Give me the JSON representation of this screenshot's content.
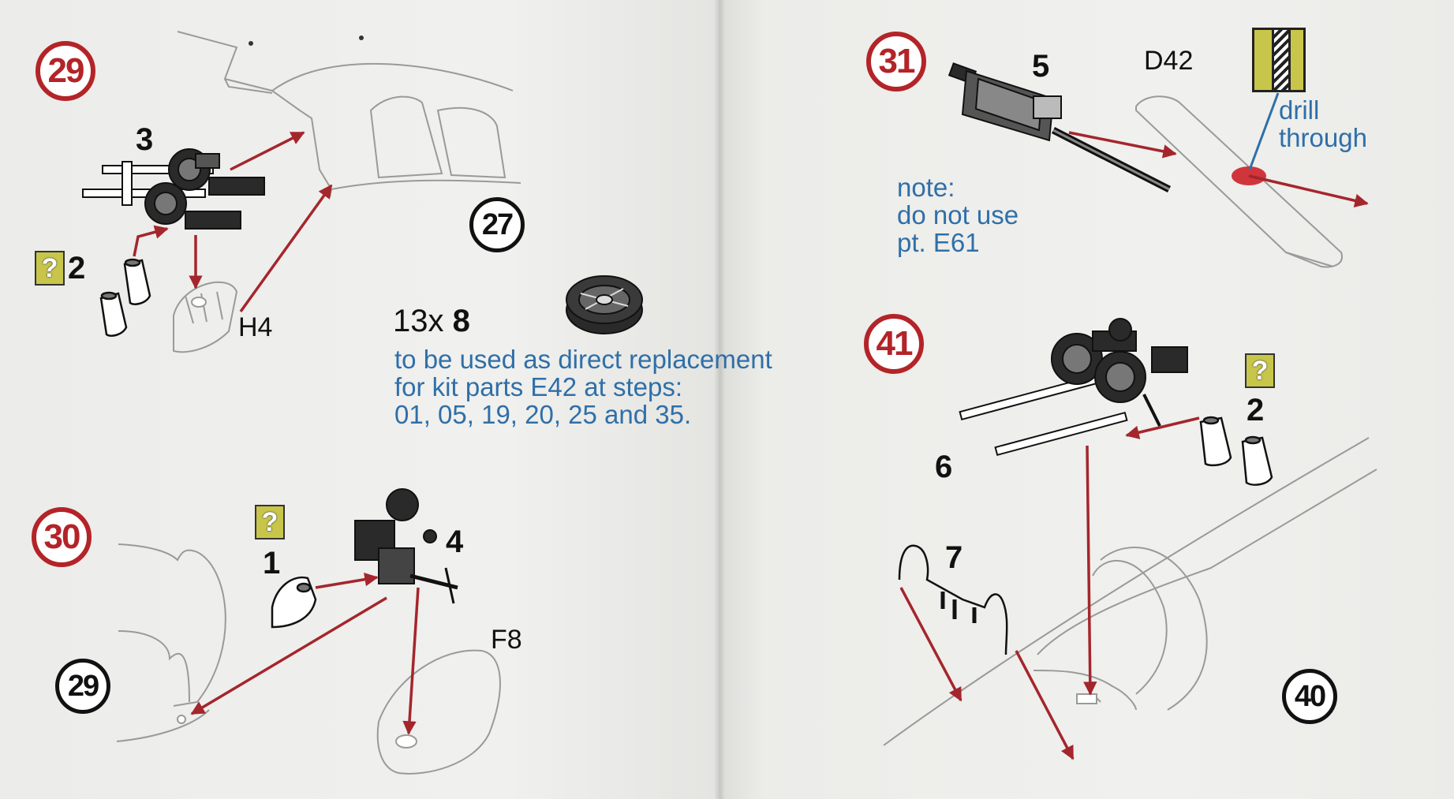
{
  "steps": {
    "s29": "29",
    "s30": "30",
    "s31": "31",
    "s41": "41"
  },
  "refs": {
    "r27": "27",
    "r29": "29",
    "r40": "40"
  },
  "parts": {
    "p3": "3",
    "p2a": "2",
    "p1": "1",
    "p4": "4",
    "p5": "5",
    "p6": "6",
    "p2b": "2",
    "p7": "7"
  },
  "kit_parts": {
    "h4": "H4",
    "f8": "F8",
    "d42": "D42"
  },
  "qty": {
    "count": "13x",
    "part": "8"
  },
  "replacement_note": [
    "to be used as direct replacement",
    "for kit parts E42 at steps:",
    "01, 05, 19, 20, 25 and 35."
  ],
  "usage_note": [
    "note:",
    "do not use",
    "pt. E61"
  ],
  "drill_note": [
    "drill",
    "through"
  ],
  "question_mark": "?",
  "colors": {
    "step_red": "#b32428",
    "note_blue": "#2f6fa8",
    "arrow_red": "#a4262c",
    "qbox_yellow": "#c8c64a"
  }
}
